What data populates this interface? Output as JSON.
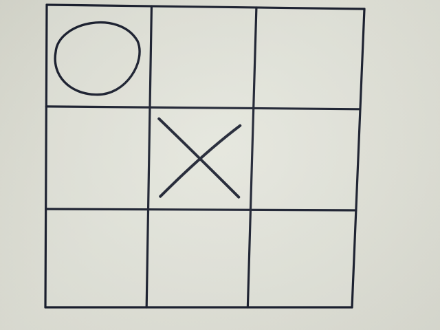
{
  "game": {
    "type": "tic-tac-toe",
    "rows": 3,
    "cols": 3,
    "cells": [
      [
        "O",
        "",
        ""
      ],
      [
        "",
        "X",
        ""
      ],
      [
        "",
        "",
        ""
      ]
    ]
  },
  "colors": {
    "paper": "#dfe0d6",
    "cell_fill": "#e4e5dc",
    "ink": "#151a2a"
  },
  "icons": {
    "O": "circle-mark-icon",
    "X": "cross-mark-icon"
  }
}
